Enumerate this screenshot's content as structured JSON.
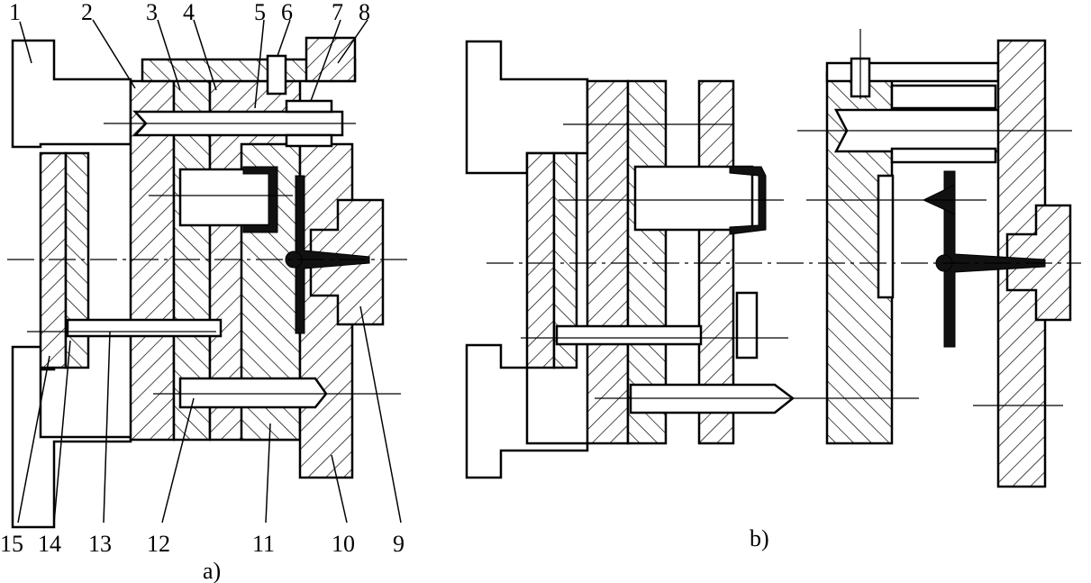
{
  "figure": {
    "views": [
      {
        "id": "a",
        "caption": "a)"
      },
      {
        "id": "b",
        "caption": "b)"
      }
    ],
    "part_labels": [
      "1",
      "2",
      "3",
      "4",
      "5",
      "6",
      "7",
      "8",
      "9",
      "10",
      "11",
      "12",
      "13",
      "14",
      "15"
    ]
  }
}
